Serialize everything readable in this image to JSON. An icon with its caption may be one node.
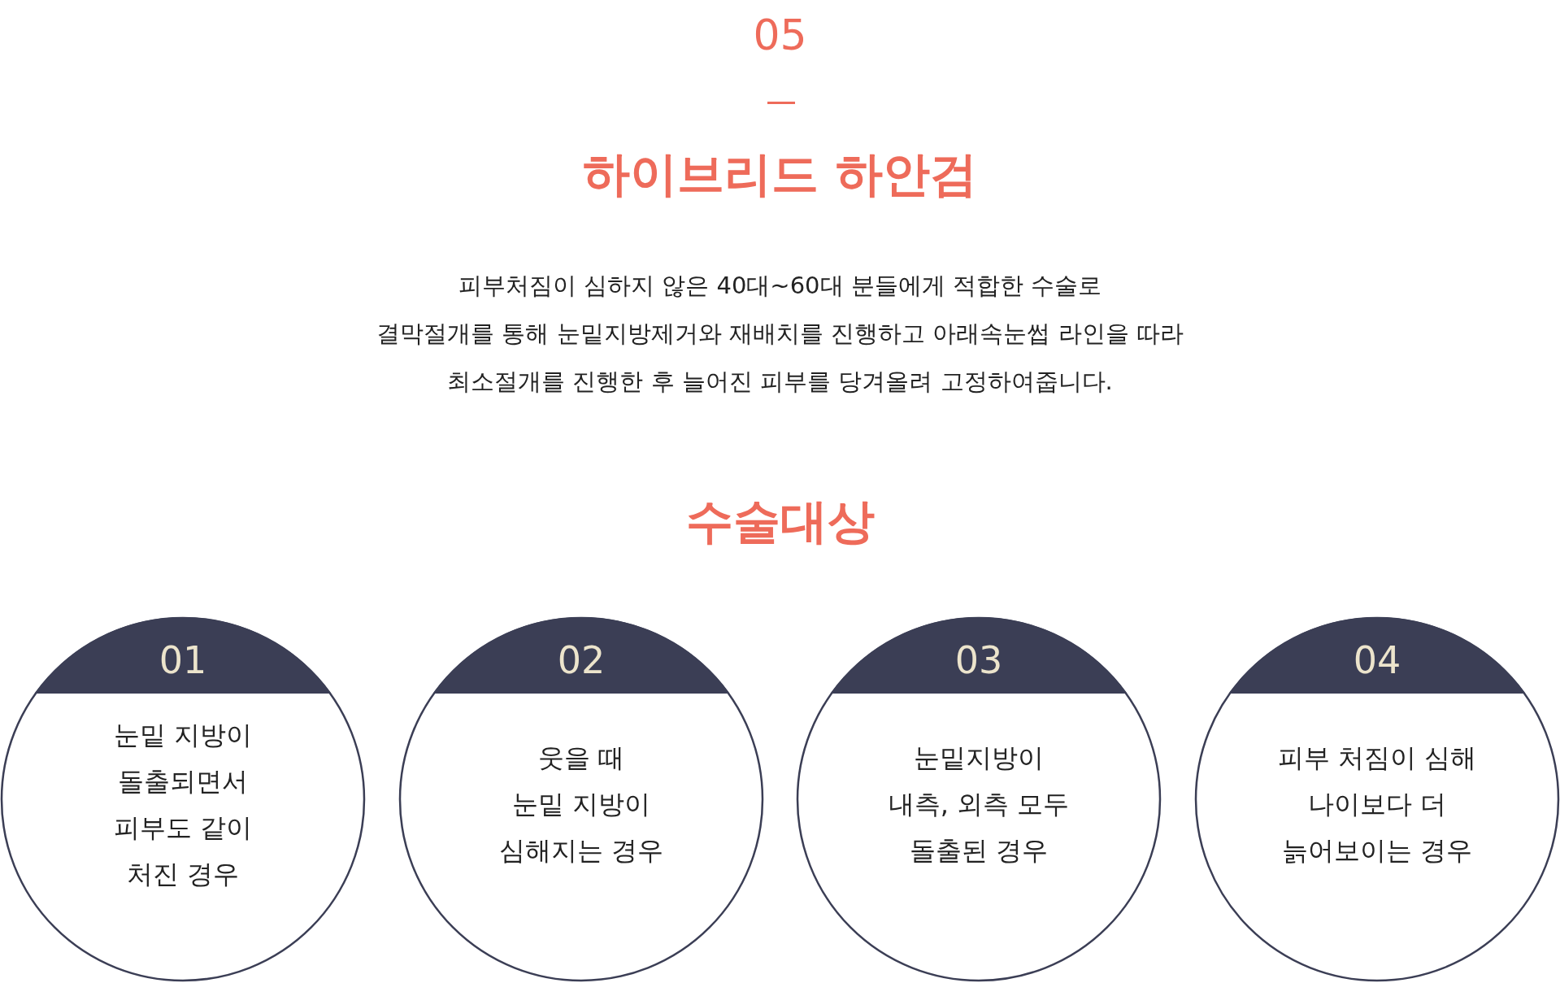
{
  "diagram": {
    "title": "하이브리드 하안검",
    "nodes": [
      {
        "text": [
          "01",
          "눈밑 지방이 돌출되면서 피부도 같이 처진 경우"
        ]
      },
      {
        "text": [
          "02",
          "웃을 때 눈밑 지방이 심해지는 경우"
        ]
      },
      {
        "text": [
          "03",
          "눈밑지방이 내측, 외측 모두 돌출된 경우"
        ]
      },
      {
        "text": [
          "04",
          "피부 처짐이 심해 나이보다 더 늙어보이는 경우"
        ]
      }
    ],
    "edges": [],
    "labels": [
      "05",
      "피부처짐이 심하지 않은 40대~60대 분들에게 적합한 수술로 결막절개를 통해 눈밑지방제거와 재배치를 진행하고 아래속눈썹 라인을 따라 최소절개를 진행한 후 늘어진 피부를 당겨올려 고정하여줍니다.",
      "수술대상"
    ]
  }
}
